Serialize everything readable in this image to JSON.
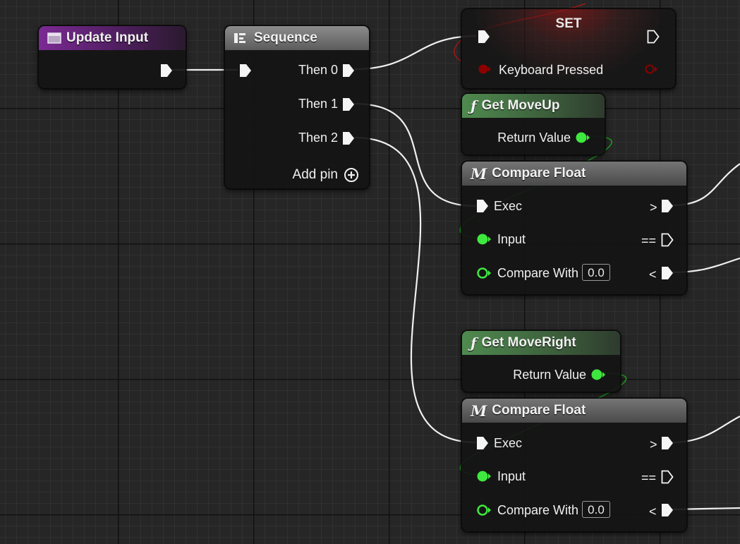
{
  "nodes": {
    "update_input": {
      "title": "Update Input"
    },
    "sequence": {
      "title": "Sequence",
      "outputs": [
        "Then 0",
        "Then 1",
        "Then 2"
      ],
      "add_pin_label": "Add pin"
    },
    "set_node": {
      "title": "SET",
      "variable_label": "Keyboard Pressed"
    },
    "get_moveup": {
      "title": "Get MoveUp",
      "output_label": "Return Value"
    },
    "compare_float_1": {
      "title": "Compare Float",
      "exec_label": "Exec",
      "input_label": "Input",
      "compare_label": "Compare With",
      "compare_value": "0.0",
      "out_greater": ">",
      "out_equal": "==",
      "out_less": "<"
    },
    "get_moveright": {
      "title": "Get MoveRight",
      "output_label": "Return Value"
    },
    "compare_float_2": {
      "title": "Compare Float",
      "exec_label": "Exec",
      "input_label": "Input",
      "compare_label": "Compare With",
      "compare_value": "0.0",
      "out_greater": ">",
      "out_equal": "==",
      "out_less": "<"
    }
  },
  "colors": {
    "canvas": "#262626",
    "exec_wire": "#f0f0f0",
    "float_pin": "#3ee83e",
    "float_wire": "#1f9a1f",
    "bool_pin": "#8c0000",
    "bool_wire": "#c01818",
    "event_header": "#7b2a93",
    "pure_header": "#4f8a4f"
  },
  "icons": {
    "event": "event-window-icon",
    "sequence": "sequence-icon",
    "function": "function-f-icon",
    "math": "math-m-icon",
    "add": "add-circle-icon"
  }
}
